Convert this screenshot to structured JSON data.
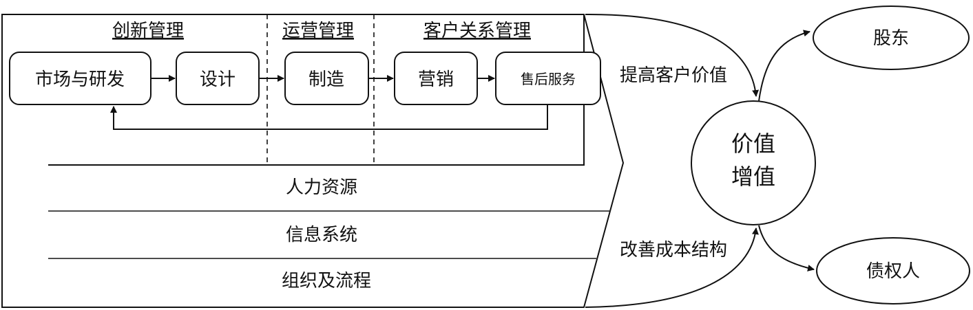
{
  "sections": {
    "innovation": "创新管理",
    "operations": "运营管理",
    "customer": "客户关系管理"
  },
  "process": {
    "market_rd": "市场与研发",
    "design": "设计",
    "manufacturing": "制造",
    "marketing": "营销",
    "after_sales": "售后服务"
  },
  "support": {
    "human_resources": "人力资源",
    "information_systems": "信息系统",
    "organization_process": "组织及流程"
  },
  "drivers": {
    "increase_value": "提高客户价值",
    "improve_cost": "改善成本结构"
  },
  "value": {
    "line1": "价值",
    "line2": "增值"
  },
  "stakeholders": {
    "shareholders": "股东",
    "creditors": "债权人"
  }
}
